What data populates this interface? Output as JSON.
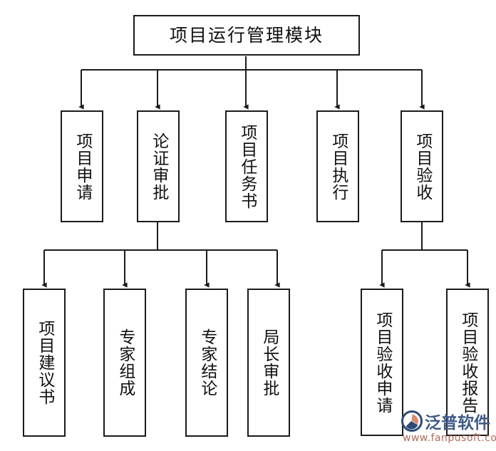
{
  "diagram": {
    "title": "项目运行管理模块",
    "root": {
      "label": "项目运行管理模块"
    },
    "level2": [
      {
        "label": "项目申请"
      },
      {
        "label": "论证审批"
      },
      {
        "label": "项目任务书"
      },
      {
        "label": "项目执行"
      },
      {
        "label": "项目验收"
      }
    ],
    "level3_left": [
      {
        "label": "项目建议书"
      },
      {
        "label": "专家组成"
      },
      {
        "label": "专家结论"
      },
      {
        "label": "局长审批"
      }
    ],
    "level3_right": [
      {
        "label": "项目验收申请"
      },
      {
        "label": "项目验收报告"
      }
    ],
    "colors": {
      "line": "#1b1b1b",
      "box_border": "#1b1b1b",
      "box_fill": "#ffffff",
      "text": "#101010",
      "watermark_text": "#3f5b86",
      "watermark_url": "#b06a5a",
      "watermark_accent": "#d98b6e"
    }
  },
  "watermark": {
    "brand": "泛普软件",
    "url": "www.fanpusoft.com",
    "logo_icon": "fanpu-circle-logo"
  }
}
